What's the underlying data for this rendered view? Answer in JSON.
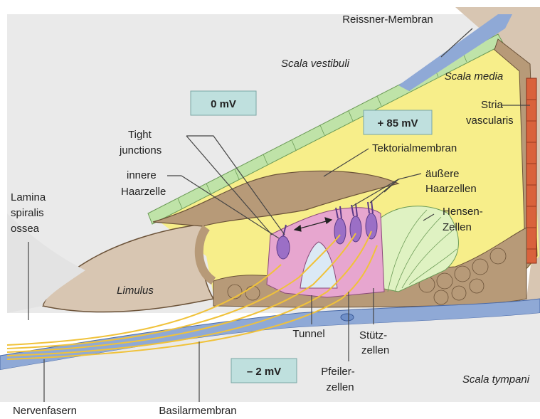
{
  "labels": {
    "reissner": "Reissner-Membran",
    "scala_vestibuli": "Scala vestibuli",
    "scala_media": "Scala media",
    "stria_1": "Stria",
    "stria_2": "vascularis",
    "tight_1": "Tight",
    "tight_2": "junctions",
    "tektorial": "Tektorialmembran",
    "innere_1": "innere",
    "innere_2": "Haarzelle",
    "aeussere_1": "äußere",
    "aeussere_2": "Haarzellen",
    "lamina_1": "Lamina",
    "lamina_2": "spiralis",
    "lamina_3": "ossea",
    "hensen_1": "Hensen-",
    "hensen_2": "Zellen",
    "limulus": "Limulus",
    "tunnel": "Tunnel",
    "stuetz_1": "Stütz-",
    "stuetz_2": "zellen",
    "pfeiler_1": "Pfeiler-",
    "pfeiler_2": "zellen",
    "scala_tympani": "Scala tympani",
    "nervenfasern": "Nervenfasern",
    "basilar": "Basilarmembran"
  },
  "potentials": {
    "vestibuli": "0 mV",
    "media": "+ 85 mV",
    "tympani": "– 2 mV"
  },
  "colors": {
    "endolymph": "#f7ee8a",
    "membrane_brown": "#b79a78",
    "perilymph_gray": "#e3e3e3",
    "basilar_blue": "#8fa9d6",
    "stria_red": "#d9623c",
    "hair_cell_pink": "#e7a6cf",
    "hair_cell_purple": "#9b6fc6",
    "hensen_green": "#dff2c2",
    "reissner_green": "#bfe3a8",
    "potential_box": "#bfe0de",
    "nerve_yellow": "#f0c23a"
  }
}
